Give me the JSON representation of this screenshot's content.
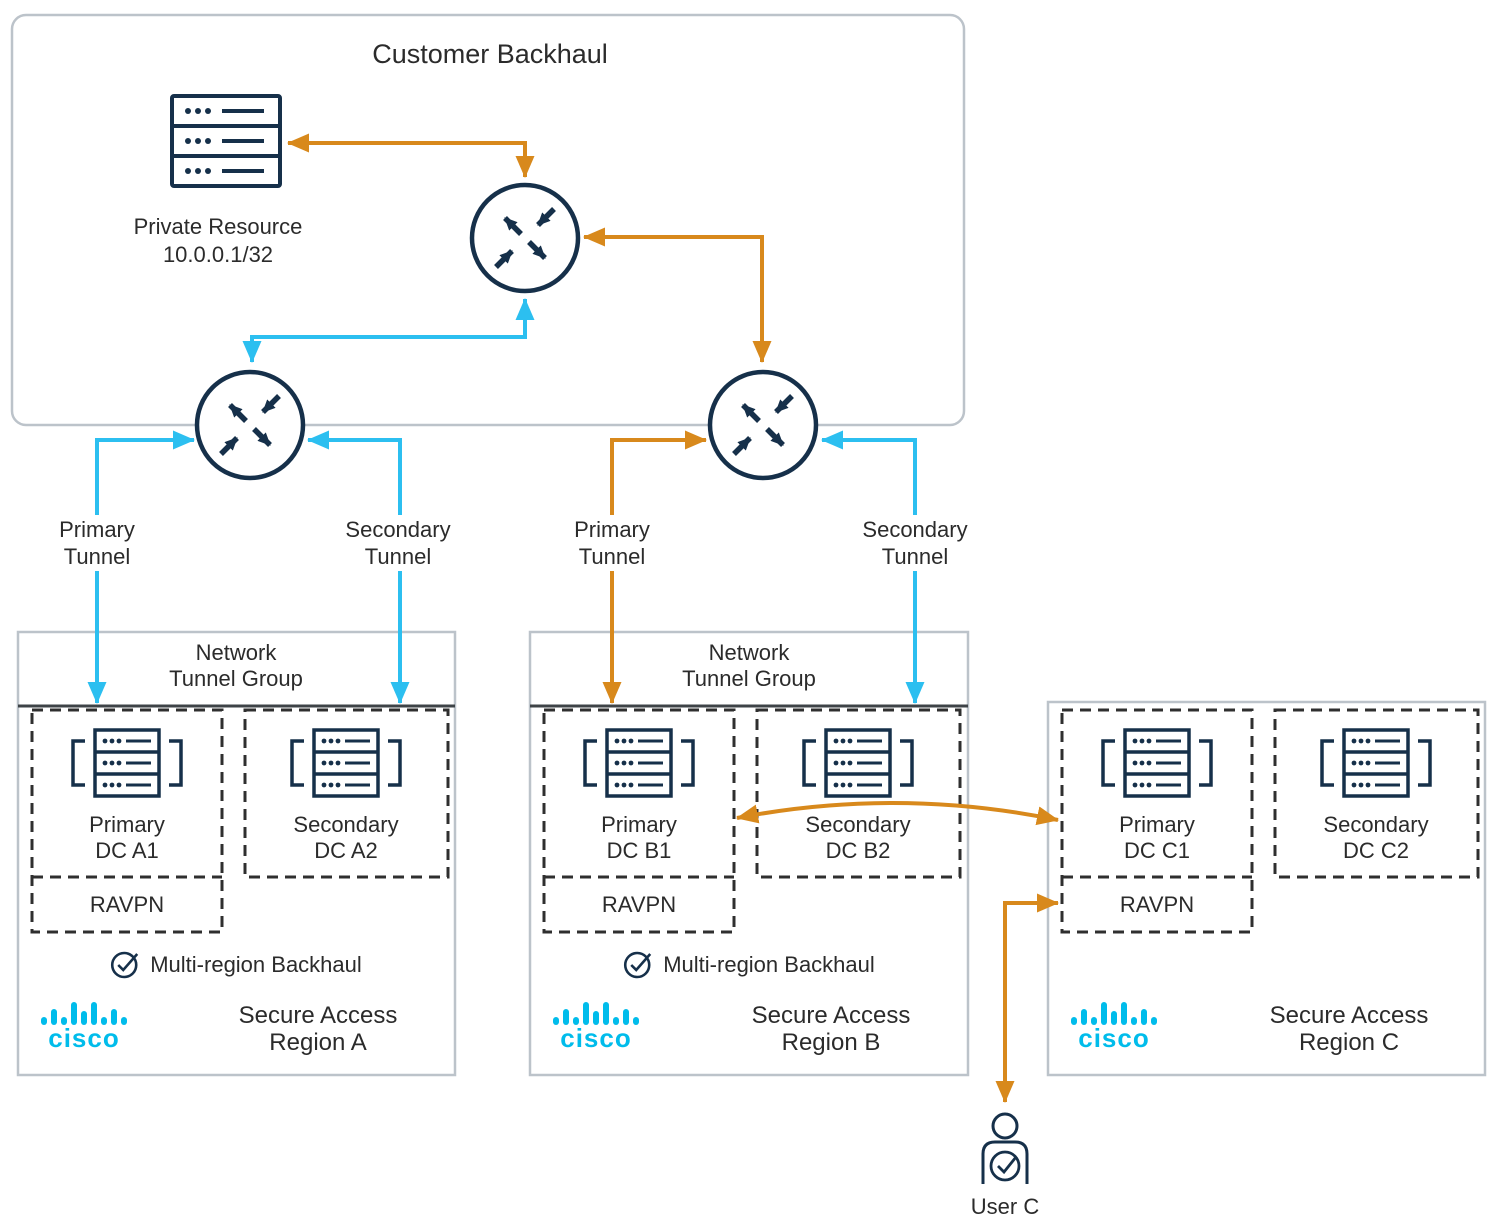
{
  "colors": {
    "orange": "#D8891C",
    "cyan": "#2CBFF0",
    "navy": "#16304A",
    "cisco_blue": "#00BCEB",
    "box_border": "#BCC3CA",
    "text": "#2B2B2B"
  },
  "customer_backhaul": {
    "title": "Customer Backhaul",
    "private_resource_name": "Private Resource",
    "private_resource_cidr": "10.0.0.1/32"
  },
  "tunnel_labels": [
    {
      "line1": "Primary",
      "line2": "Tunnel"
    },
    {
      "line1": "Secondary",
      "line2": "Tunnel"
    },
    {
      "line1": "Primary",
      "line2": "Tunnel"
    },
    {
      "line1": "Secondary",
      "line2": "Tunnel"
    }
  ],
  "regions": [
    {
      "header_line1": "Network",
      "header_line2": "Tunnel Group",
      "primary_dc_line1": "Primary",
      "primary_dc_line2": "DC A1",
      "secondary_dc_line1": "Secondary",
      "secondary_dc_line2": "DC A2",
      "ravpn": "RAVPN",
      "badge": "Multi-region Backhaul",
      "brand": "cisco",
      "name_line1": "Secure Access",
      "name_line2": "Region A"
    },
    {
      "header_line1": "Network",
      "header_line2": "Tunnel Group",
      "primary_dc_line1": "Primary",
      "primary_dc_line2": "DC B1",
      "secondary_dc_line1": "Secondary",
      "secondary_dc_line2": "DC B2",
      "ravpn": "RAVPN",
      "badge": "Multi-region Backhaul",
      "brand": "cisco",
      "name_line1": "Secure Access",
      "name_line2": "Region B"
    },
    {
      "primary_dc_line1": "Primary",
      "primary_dc_line2": "DC C1",
      "secondary_dc_line1": "Secondary",
      "secondary_dc_line2": "DC C2",
      "ravpn": "RAVPN",
      "brand": "cisco",
      "name_line1": "Secure Access",
      "name_line2": "Region C"
    }
  ],
  "user": {
    "label": "User C"
  },
  "icons": {
    "router": "router-crossing-arrows-icon",
    "private_resource": "rack-server-icon",
    "data_center": "bracketed-rack-server-icon",
    "badge": "check-circle-icon",
    "user": "person-with-check-icon",
    "brand": "cisco-logo-bars"
  }
}
